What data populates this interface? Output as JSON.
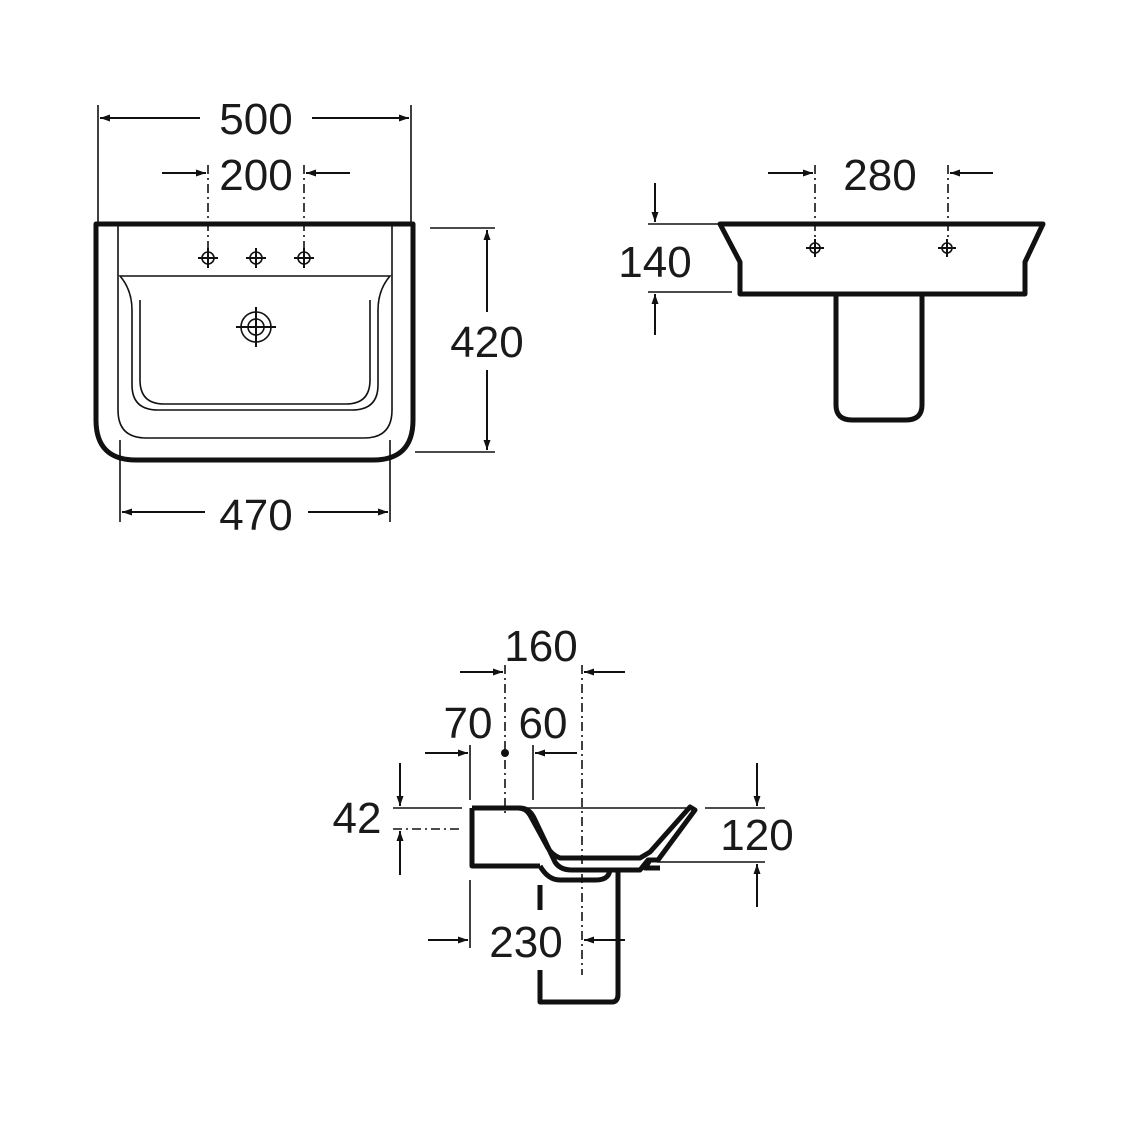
{
  "top_view": {
    "width_outer": "500",
    "tap_spacing": "200",
    "depth": "420",
    "width_inner": "470"
  },
  "front_view": {
    "fixing_spacing": "280",
    "fixing_height": "140"
  },
  "side_view": {
    "pedestal_offset": "160",
    "rear_offset": "70",
    "tap_offset": "60",
    "overflow_height": "42",
    "basin_height": "120",
    "projection": "230"
  }
}
